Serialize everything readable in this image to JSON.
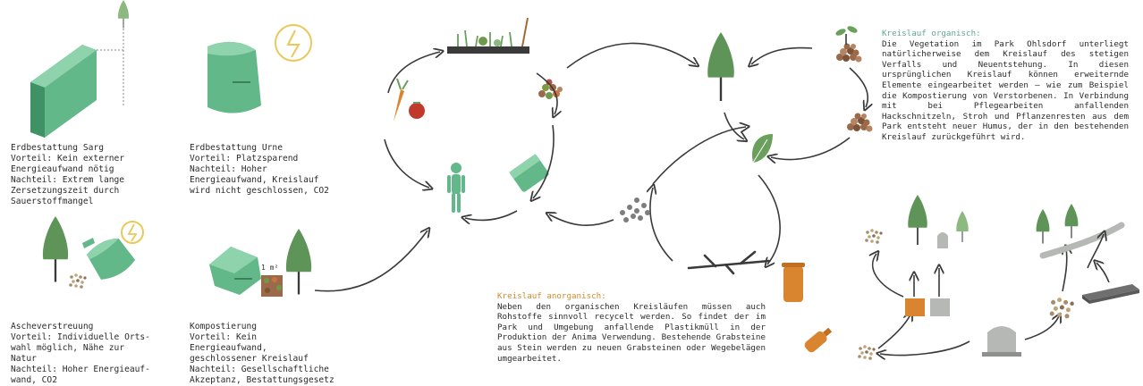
{
  "colors": {
    "tree_dark": "#5e9457",
    "tree_light": "#8bb97f",
    "trunk": "#3a3a3a",
    "mint": "#63b889",
    "mint_dark": "#3f9266",
    "compost": "#9a6a4a",
    "rust": "#d9842e",
    "grey": "#b5b8b5",
    "gold": "#e8c95a",
    "teal_text": "#5fa790",
    "orange_text": "#d18a2e",
    "arrow": "#3a3a3a"
  },
  "blocks": {
    "sarg": {
      "title": "Erdbestattung Sarg",
      "body": "Vorteil: Kein externer\nEnergieaufwand nötig\nNachteil: Extrem lange\nZersetzungszeit durch\nSauerstoffmangel"
    },
    "urne": {
      "title": "Erdbestattung Urne",
      "body": "Vorteil: Platzsparend\nNachteil: Hoher\nEnergieaufwand, Kreislauf\nwird nicht geschlossen, CO2"
    },
    "asche": {
      "title": "Ascheverstreuung",
      "body": "Vorteil: Individuelle Orts-\nwahl möglich, Nähe zur\nNatur\nNachteil: Hoher Energieauf-\nwand, CO2"
    },
    "kompost": {
      "title": "Kompostierung",
      "body": "Vorteil: Kein\nEnergieaufwand,\ngeschlossener Kreislauf\nNachteil: Gesellschaftliche\nAkzeptanz, Bestattungsgesetz"
    },
    "organisch": {
      "title": "Kreislauf organisch:",
      "body": "Die Vegetation im Park Ohlsdorf unterliegt natürlicherweise dem Kreislauf des stetigen Verfalls und Neuentstehung. In diesen ursprünglichen Kreislauf können erweiternde Elemente eingearbeitet werden – wie zum Beispiel die Kompostierung von Verstorbenen. In Verbindung mit bei Pflegearbeiten anfallenden Hackschnitzeln, Stroh und Pflanzenresten aus dem Park entsteht neuer Humus, der in den bestehenden Kreislauf zurückgeführt wird."
    },
    "anorganisch": {
      "title": "Kreislauf anorganisch:",
      "body": "Neben den organischen Kreisläufen müssen auch Rohstoffe sinnvoll recycelt werden. So findet der im Park und Umgebung anfallende Plastikmüll in der Produktion der Anima Verwendung. Bestehende Grabsteine aus Stein werden zu neuen Grabsteinen oder Wegebelägen umgearbeitet."
    }
  },
  "labels": {
    "area": "1 m²"
  }
}
